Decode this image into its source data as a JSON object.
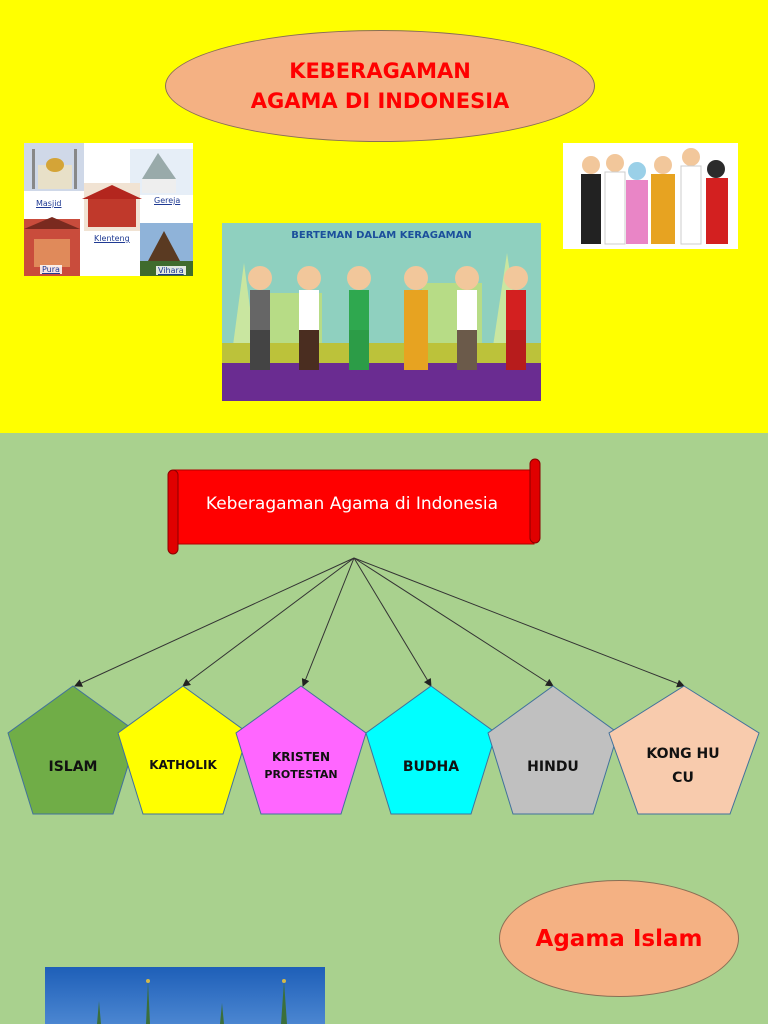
{
  "header": {
    "title_line1": "KEBERAGAMAN",
    "title_line2": "AGAMA DI INDONESIA"
  },
  "collage_labels": [
    "Masjid",
    "Gereja",
    "Klenteng",
    "Pura",
    "Vihara"
  ],
  "poster_caption": "BERTEMAN DALAM KERAGAMAN",
  "scroll_title": "Keberagaman Agama di Indonesia",
  "religions": [
    "ISLAM",
    "KATHOLIK",
    "KRISTEN",
    "PROTESTAN",
    "BUDHA",
    "HINDU",
    "KONG HU",
    "CU"
  ],
  "section_title": "Agama Islam",
  "colors": {
    "top_bg": "#ffff00",
    "bottom_bg": "#a9d18e",
    "ellipse": "#f4b183",
    "title_red": "#ff0000",
    "islam": "#70ad47",
    "katholik": "#ffff00",
    "kristen": "#ff66ff",
    "budha": "#00ffff",
    "hindu": "#c0c0c0",
    "konghucu": "#f8cbad"
  }
}
